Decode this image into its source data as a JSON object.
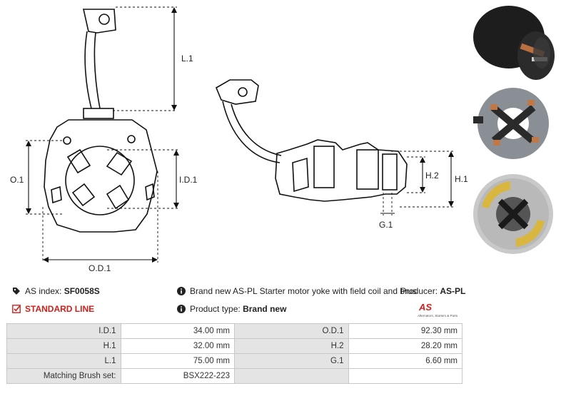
{
  "drawing": {
    "labels": {
      "l1": "L.1",
      "o1": "O.1",
      "id1": "I.D.1",
      "od1": "O.D.1",
      "h1": "H.1",
      "h2": "H.2",
      "g1": "G.1"
    }
  },
  "info": {
    "as_index_label": "AS index:",
    "as_index_value": "SF0058S",
    "standard_line": "STANDARD LINE",
    "description": "Brand new AS-PL Starter motor yoke with field coil and brus",
    "producer_label": "Producer:",
    "producer_value": "AS-PL",
    "product_type_label": "Product type:",
    "product_type_value": "Brand new",
    "logo_text": "AS",
    "logo_tagline": "Alternators, Starters & Parts"
  },
  "specs": [
    {
      "l1": "I.D.1",
      "v1": "34.00 mm",
      "l2": "O.D.1",
      "v2": "92.30 mm"
    },
    {
      "l1": "H.1",
      "v1": "32.00 mm",
      "l2": "H.2",
      "v2": "28.20 mm"
    },
    {
      "l1": "L.1",
      "v1": "75.00 mm",
      "l2": "G.1",
      "v2": "6.60 mm"
    },
    {
      "l1": "Matching Brush set:",
      "v1": "BSX222-223",
      "l2": "",
      "v2": ""
    }
  ],
  "colors": {
    "accent_red": "#d0201c",
    "table_label_bg": "#e4e4e4",
    "table_border": "#c8c8c8"
  }
}
